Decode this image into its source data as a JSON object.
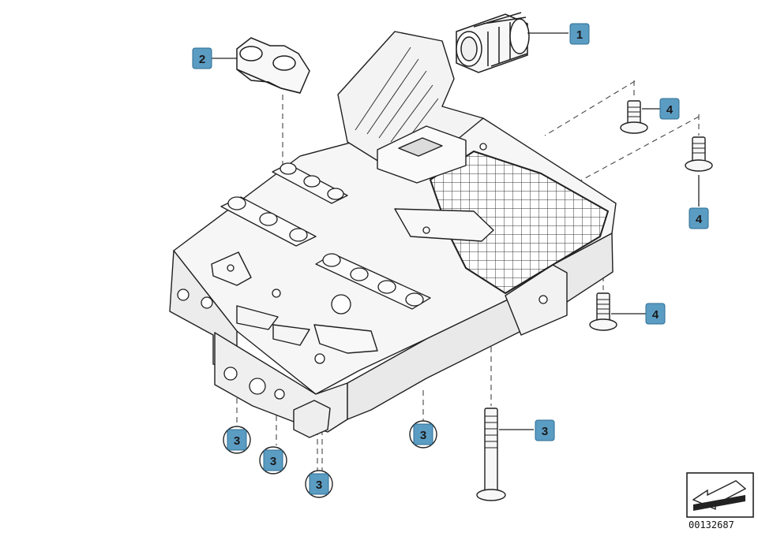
{
  "diagram": {
    "document_number": "00132687",
    "colors": {
      "callout_fill": "#5b9cc3",
      "line": "#222222",
      "dash": "#555555",
      "part_fill": "#f4f4f4"
    },
    "callouts": [
      {
        "id": "c1",
        "number": "1",
        "part": "connector sleeve"
      },
      {
        "id": "c2",
        "number": "2",
        "part": "seal"
      },
      {
        "id": "c3a",
        "number": "3",
        "part": "screw"
      },
      {
        "id": "c3b",
        "number": "3",
        "part": "screw"
      },
      {
        "id": "c3c",
        "number": "3",
        "part": "screw"
      },
      {
        "id": "c3d",
        "number": "3",
        "part": "screw"
      },
      {
        "id": "c3e",
        "number": "3",
        "part": "screw"
      },
      {
        "id": "c4a",
        "number": "4",
        "part": "bolt"
      },
      {
        "id": "c4b",
        "number": "4",
        "part": "bolt"
      },
      {
        "id": "c4c",
        "number": "4",
        "part": "bolt"
      }
    ],
    "symbols": [
      "view-direction-arrow-icon"
    ]
  }
}
